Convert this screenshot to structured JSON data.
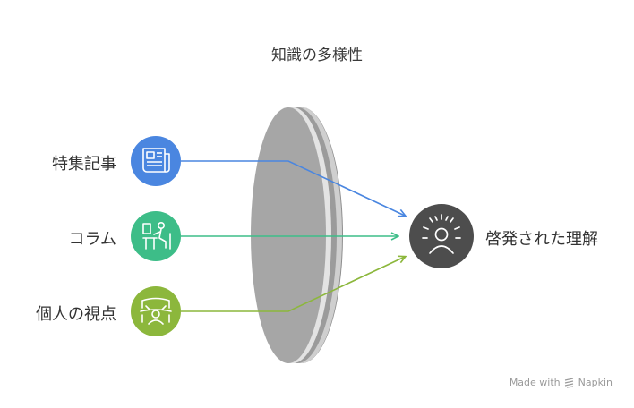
{
  "title": "知識の多様性",
  "inputs": [
    {
      "label": "特集記事",
      "color": "#4a86e0",
      "icon": "newspaper-icon"
    },
    {
      "label": "コラム",
      "color": "#3dbd88",
      "icon": "person-at-desk-icon"
    },
    {
      "label": "個人の視点",
      "color": "#8cb73c",
      "icon": "perspective-view-icon"
    }
  ],
  "output": {
    "label": "啓発された理解",
    "color": "#4d4d4d",
    "icon": "enlightened-person-icon"
  },
  "lens_color": "#a6a6a6",
  "footer": {
    "made_with": "Made with",
    "brand": "Napkin"
  }
}
